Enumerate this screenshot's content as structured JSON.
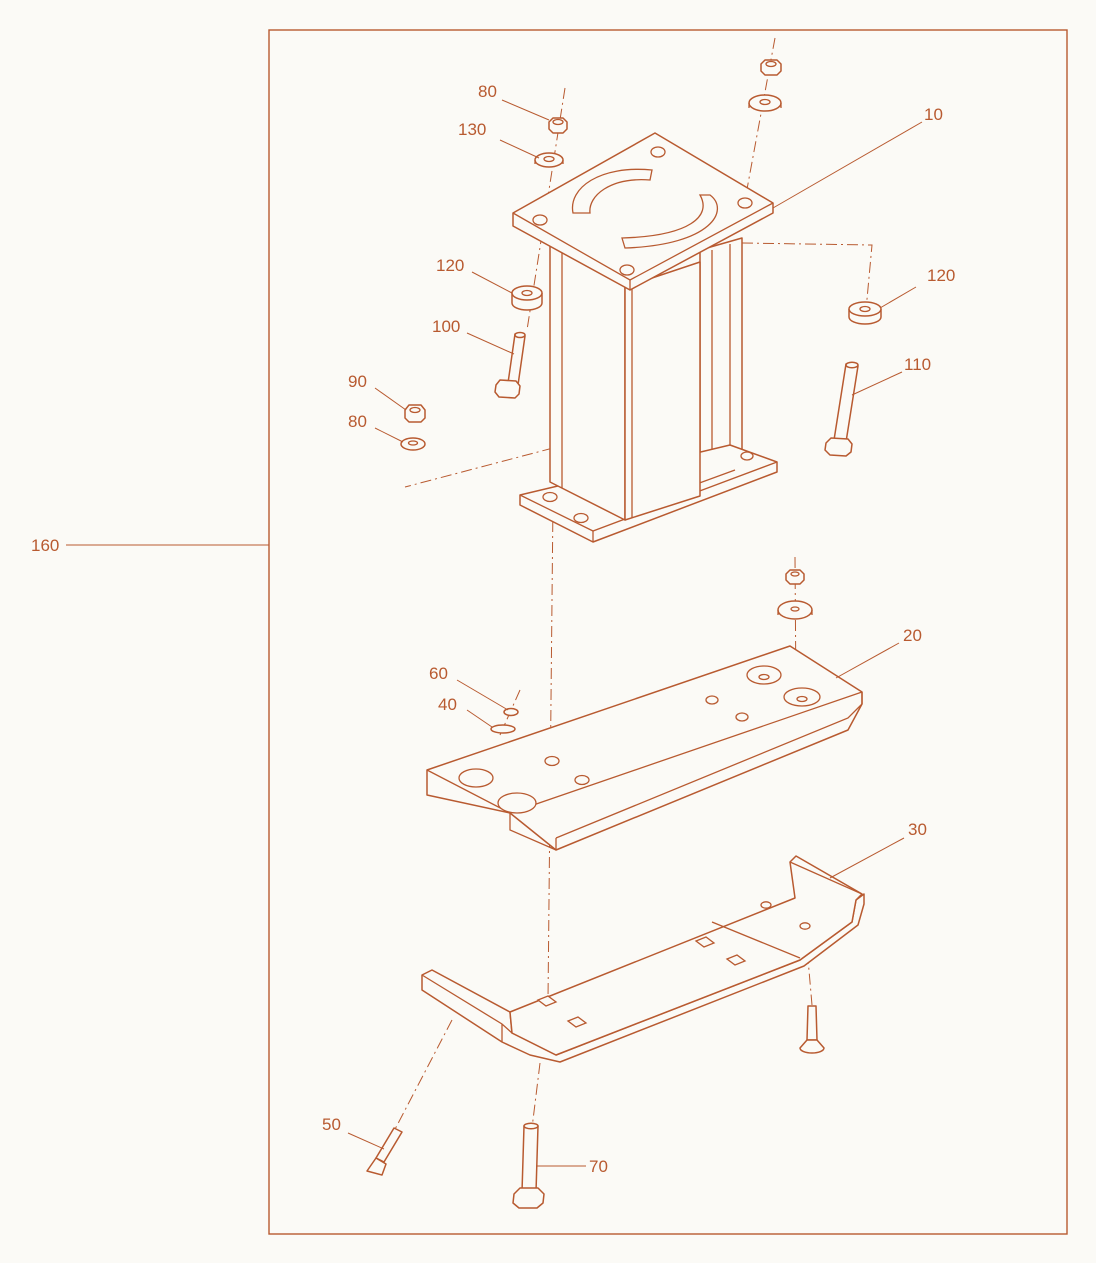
{
  "colors": {
    "ink": "#b85a30",
    "paper": "#fbfaf6"
  },
  "callouts": [
    {
      "id": "10",
      "label": "10"
    },
    {
      "id": "20",
      "label": "20"
    },
    {
      "id": "30",
      "label": "30"
    },
    {
      "id": "40",
      "label": "40"
    },
    {
      "id": "50",
      "label": "50"
    },
    {
      "id": "60",
      "label": "60"
    },
    {
      "id": "70",
      "label": "70"
    },
    {
      "id": "80a",
      "label": "80"
    },
    {
      "id": "80b",
      "label": "80"
    },
    {
      "id": "90",
      "label": "90"
    },
    {
      "id": "100",
      "label": "100"
    },
    {
      "id": "110",
      "label": "110"
    },
    {
      "id": "120a",
      "label": "120"
    },
    {
      "id": "120b",
      "label": "120"
    },
    {
      "id": "130",
      "label": "130"
    },
    {
      "id": "160",
      "label": "160"
    }
  ]
}
